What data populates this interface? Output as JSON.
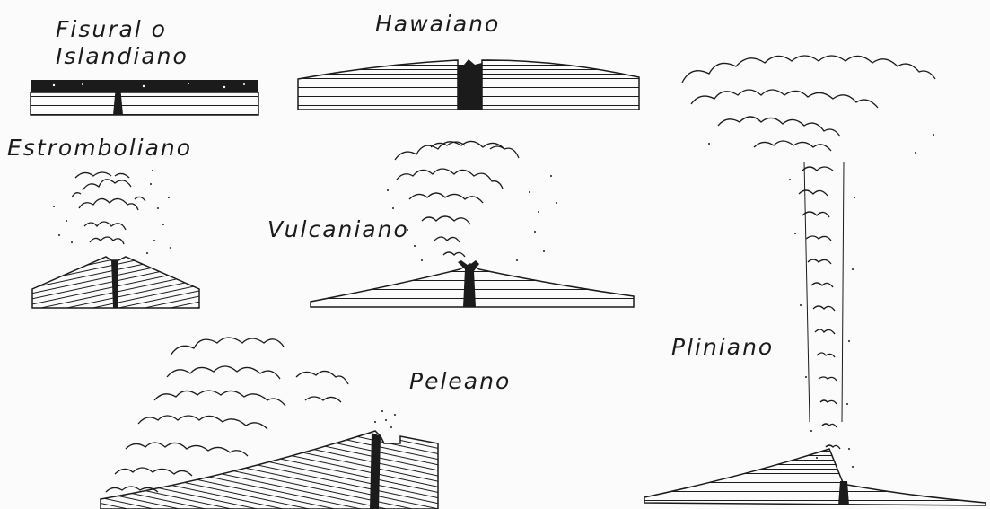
{
  "labels": {
    "fisural_line1": "Fisural o",
    "fisural_line2": "Islandiano",
    "hawaiano": "Hawaiano",
    "estromboliano": "Estromboliano",
    "vulcaniano": "Vulcaniano",
    "peleano": "Peleano",
    "pliniano": "Pliniano"
  },
  "colors": {
    "ink": "#1b1b1b",
    "paper": "#fbfbfb"
  }
}
